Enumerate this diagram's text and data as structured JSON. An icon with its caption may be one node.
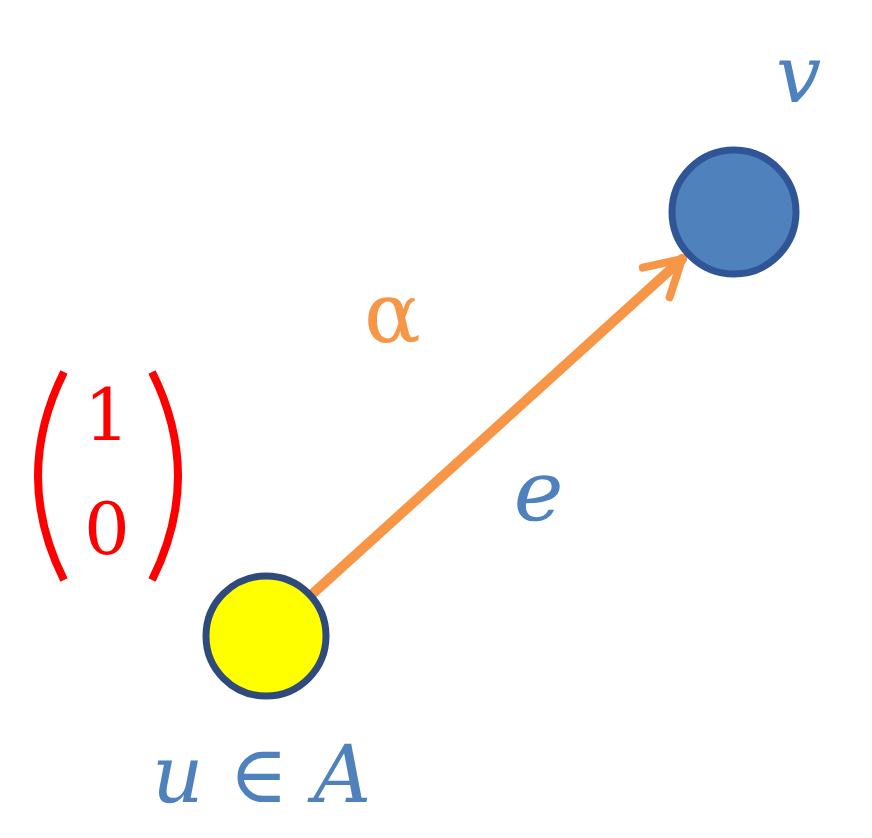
{
  "diagram": {
    "nodes": [
      {
        "text": [],
        "shape": "circle",
        "beside": [
          "u ∈ A"
        ]
      },
      {
        "text": [],
        "shape": "circle",
        "beside": [
          "v"
        ]
      }
    ],
    "edges": [
      {
        "from": 0,
        "to": 1,
        "arrow": "to",
        "label": "e"
      }
    ],
    "labels": [
      "α",
      "1",
      "0"
    ]
  }
}
